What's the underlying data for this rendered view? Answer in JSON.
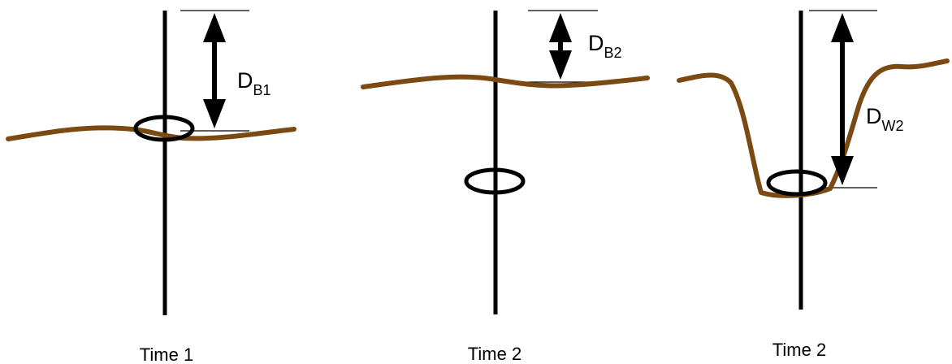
{
  "colors": {
    "stake": "#000000",
    "bed": "#7a4a12",
    "marker": "#000000",
    "arrow": "#000000",
    "reference_line": "#000000"
  },
  "panels": [
    {
      "caption": "Time 1",
      "depth_label": {
        "main": "D",
        "sub": "B1"
      }
    },
    {
      "caption": "Time 2",
      "depth_label": {
        "main": "D",
        "sub": "B2"
      }
    },
    {
      "caption": "Time 2",
      "depth_label": {
        "main": "D",
        "sub": "W2"
      }
    }
  ]
}
